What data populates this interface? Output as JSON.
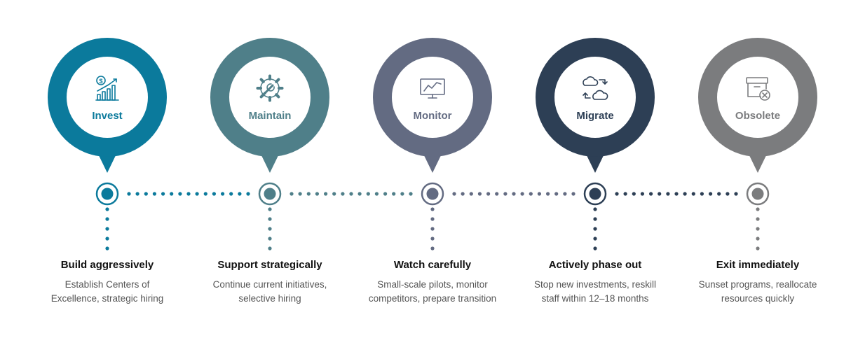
{
  "colors": {
    "background": "#ffffff",
    "heading": "#111111",
    "description": "#555555"
  },
  "stages": [
    {
      "key": "invest",
      "label": "Invest",
      "icon": "dollar-growth-chart-icon",
      "color": "#0b7a9c",
      "heading": "Build aggressively",
      "description_lines": [
        "Establish Centers of",
        "Excellence, strategic hiring"
      ]
    },
    {
      "key": "maintain",
      "label": "Maintain",
      "icon": "gear-wrench-icon",
      "color": "#4f7f89",
      "heading": "Support strategically",
      "description_lines": [
        "Continue current initiatives,",
        "selective hiring"
      ]
    },
    {
      "key": "monitor",
      "label": "Monitor",
      "icon": "monitor-chart-icon",
      "color": "#636b82",
      "heading": "Watch carefully",
      "description_lines": [
        "Small-scale pilots, monitor",
        "competitors, prepare transition"
      ]
    },
    {
      "key": "migrate",
      "label": "Migrate",
      "icon": "cloud-sync-icon",
      "color": "#2d3f55",
      "heading": "Actively phase out",
      "description_lines": [
        "Stop new investments, reskill",
        "staff within 12–18 months"
      ]
    },
    {
      "key": "obsolete",
      "label": "Obsolete",
      "icon": "archive-box-remove-icon",
      "color": "#7b7c7e",
      "heading": "Exit immediately",
      "description_lines": [
        "Sunset programs, reallocate",
        "resources quickly"
      ]
    }
  ]
}
